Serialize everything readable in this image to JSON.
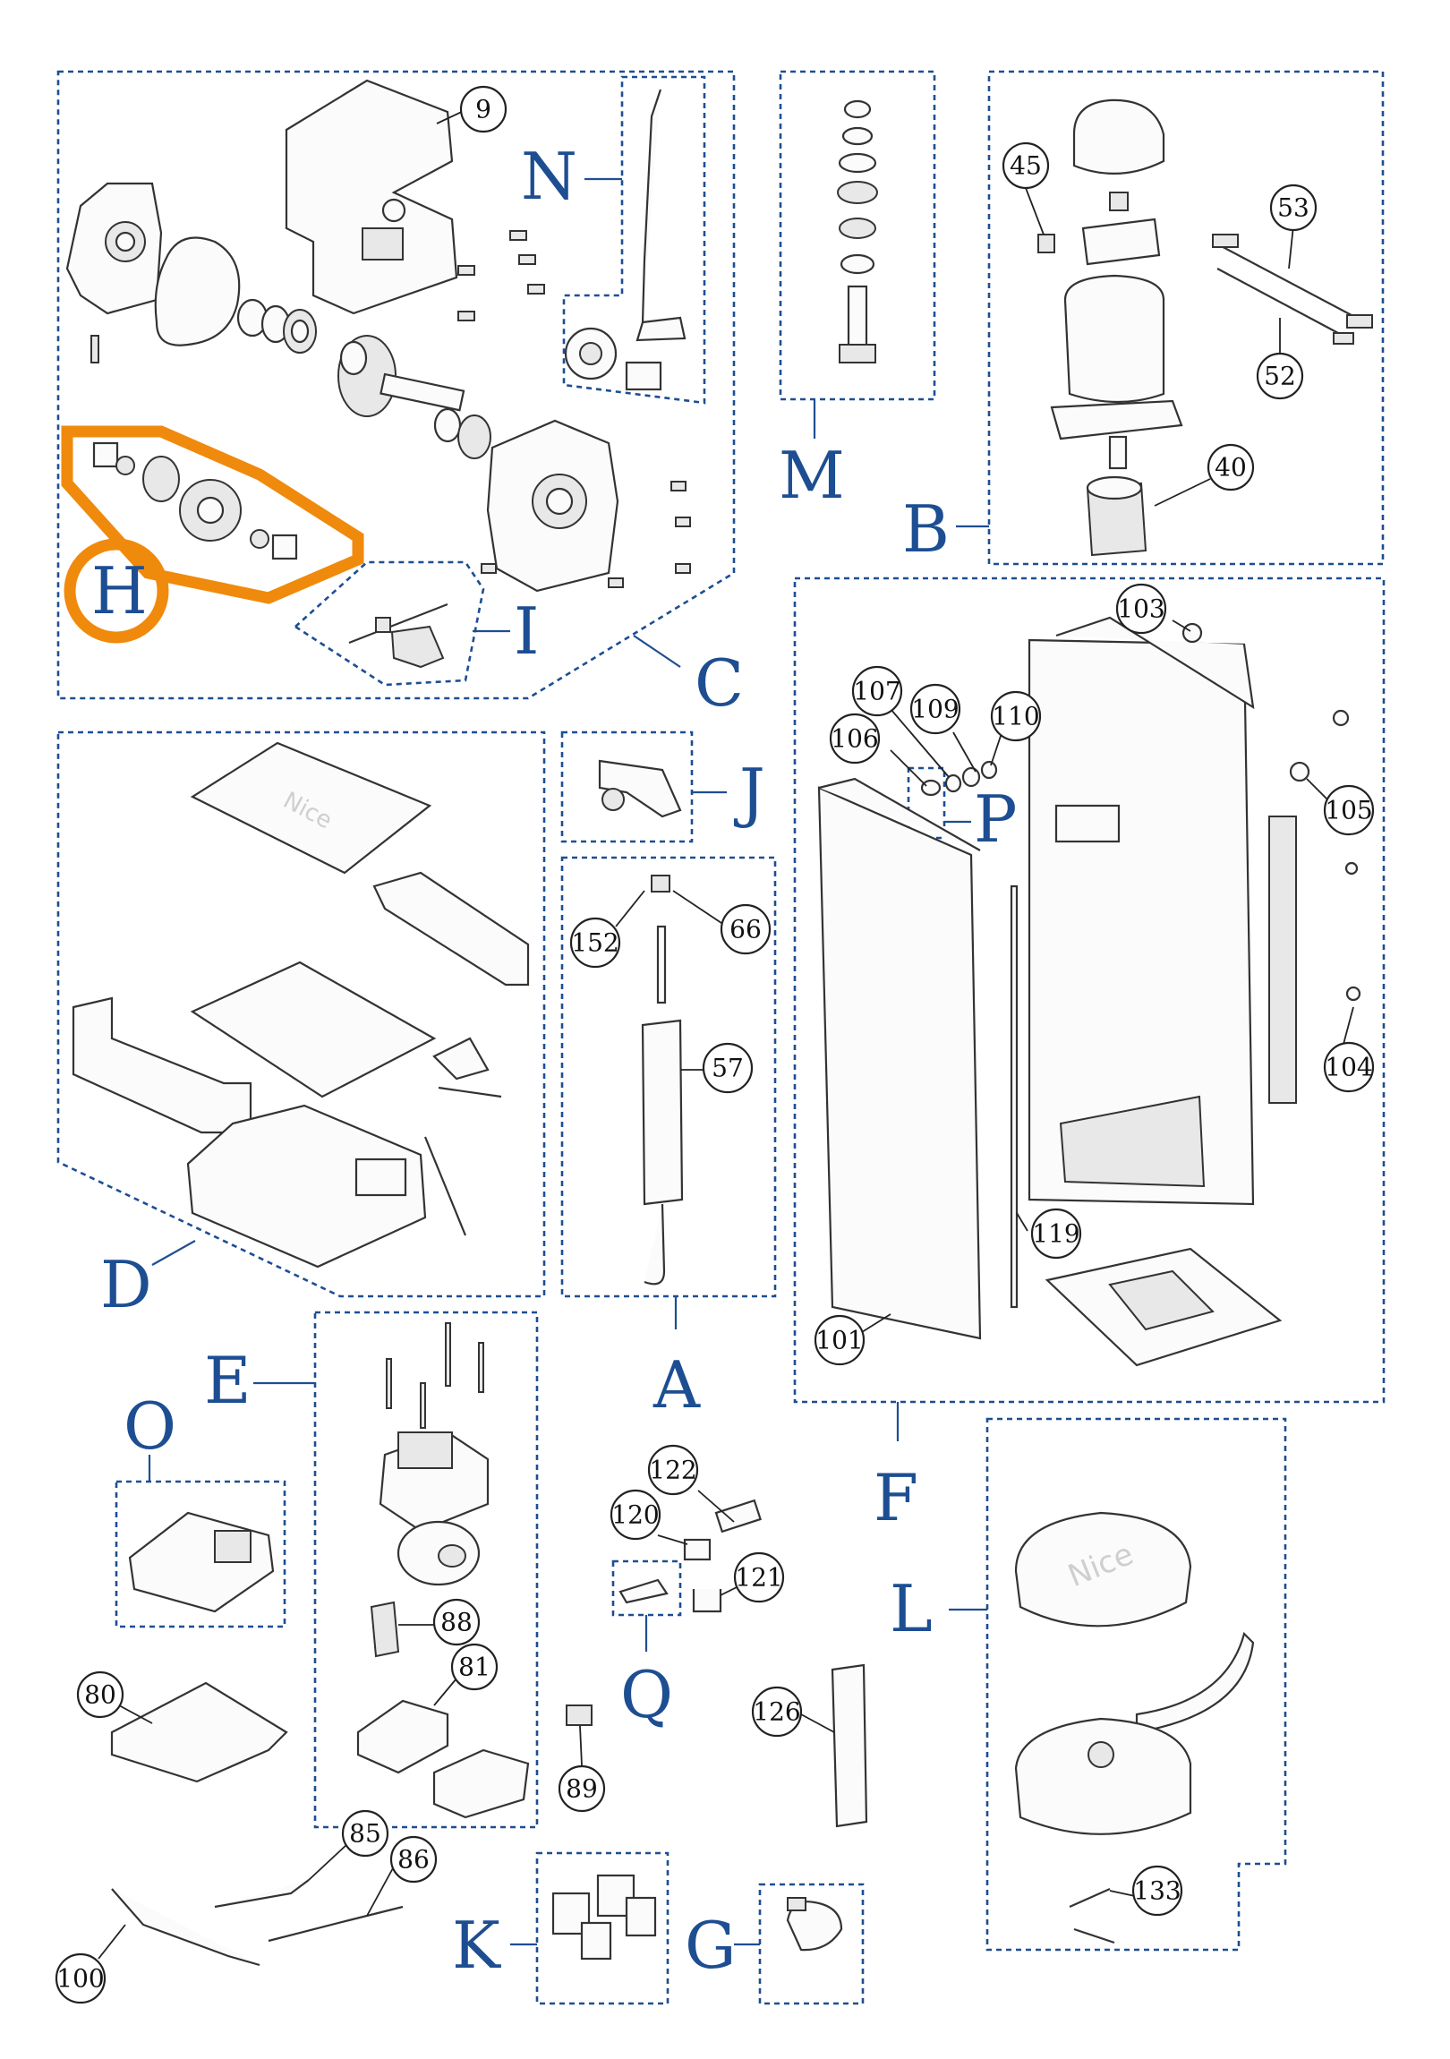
{
  "groups": {
    "A": "A",
    "B": "B",
    "C": "C",
    "D": "D",
    "E": "E",
    "F": "F",
    "G": "G",
    "H": "H",
    "I": "I",
    "J": "J",
    "K": "K",
    "L": "L",
    "M": "M",
    "N": "N",
    "O": "O",
    "P": "P",
    "Q": "Q"
  },
  "callouts": {
    "c9": "9",
    "c45": "45",
    "c53": "53",
    "c52": "52",
    "c40": "40",
    "c103": "103",
    "c107": "107",
    "c109": "109",
    "c110": "110",
    "c106": "106",
    "c105": "105",
    "c104": "104",
    "c119": "119",
    "c101": "101",
    "c152": "152",
    "c66": "66",
    "c57": "57",
    "c88": "88",
    "c81": "81",
    "c80": "80",
    "c122": "122",
    "c120": "120",
    "c121": "121",
    "c89": "89",
    "c126": "126",
    "c85": "85",
    "c86": "86",
    "c100": "100",
    "c133": "133"
  },
  "colors": {
    "group_accent": "#1d4e92",
    "highlight": "#f08a0c",
    "line": "#333333"
  },
  "logo": "Nice"
}
